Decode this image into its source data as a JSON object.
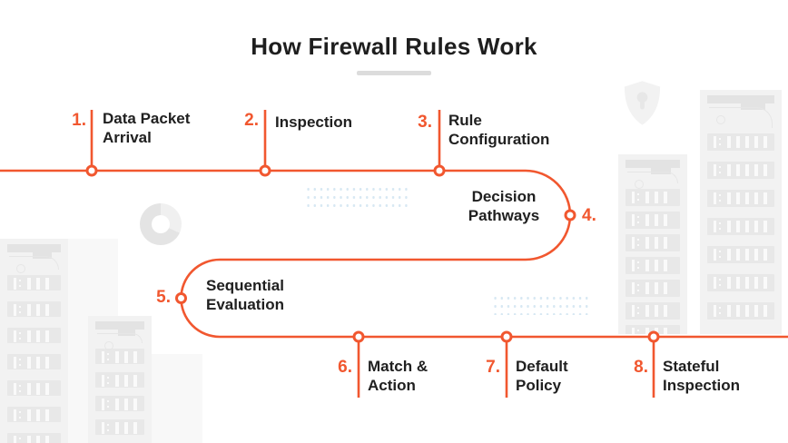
{
  "title": "How Firewall Rules Work",
  "accent_color": "#F1572F",
  "dot_grid_color": "#D7E8F3",
  "steps": [
    {
      "number": "1.",
      "label": "Data Packet\nArrival"
    },
    {
      "number": "2.",
      "label": "Inspection"
    },
    {
      "number": "3.",
      "label": "Rule\nConfiguration"
    },
    {
      "number": "4.",
      "label": "Decision\nPathways"
    },
    {
      "number": "5.",
      "label": "Sequential\nEvaluation"
    },
    {
      "number": "6.",
      "label": "Match &\nAction"
    },
    {
      "number": "7.",
      "label": "Default\nPolicy"
    },
    {
      "number": "8.",
      "label": "Stateful\nInspection"
    }
  ],
  "background": {
    "icons": [
      "shield-icon",
      "donut-chart-shape",
      "server-rack-illustration",
      "dot-grid-pattern"
    ]
  }
}
